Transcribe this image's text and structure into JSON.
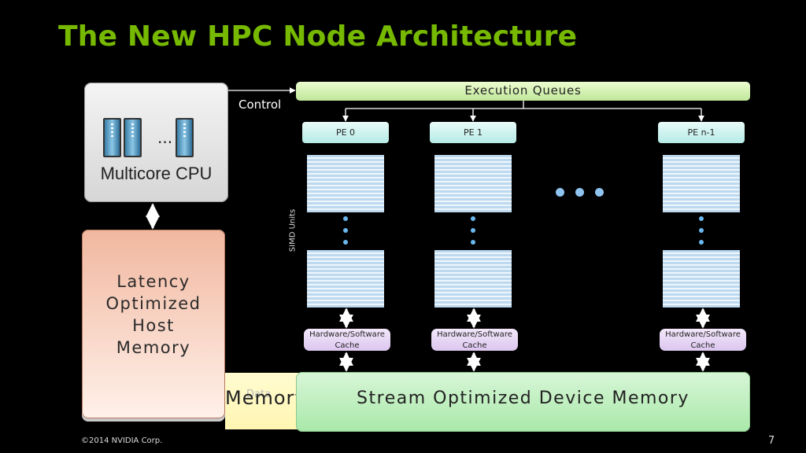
{
  "slide": {
    "title": "The New HPC Node Architecture",
    "copyright": "©2014 NVIDIA Corp.",
    "page_number": "7"
  },
  "diagram": {
    "cpu": {
      "label": "Multicore CPU",
      "ellipsis": "..."
    },
    "host_memory": {
      "lines": [
        "Latency",
        "Optimized",
        "Host",
        "Memory"
      ]
    },
    "control_label": "Control",
    "execution_queues_label": "Execution Queues",
    "simd_units_label": "SIMD Units",
    "processing_elements": [
      {
        "label": "PE 0",
        "cache_label_1": "Hardware/Software",
        "cache_label_2": "Cache"
      },
      {
        "label": "PE 1",
        "cache_label_1": "Hardware/Software",
        "cache_label_2": "Cache"
      },
      {
        "label": "PE n-1",
        "cache_label_1": "Hardware/Software",
        "cache_label_2": "Cache"
      }
    ],
    "background_data_label": "Data",
    "background_memory_label": "Memory",
    "device_memory_label": "Stream Optimized Device Memory"
  },
  "colors": {
    "title": "#76b900",
    "background": "#000000"
  }
}
